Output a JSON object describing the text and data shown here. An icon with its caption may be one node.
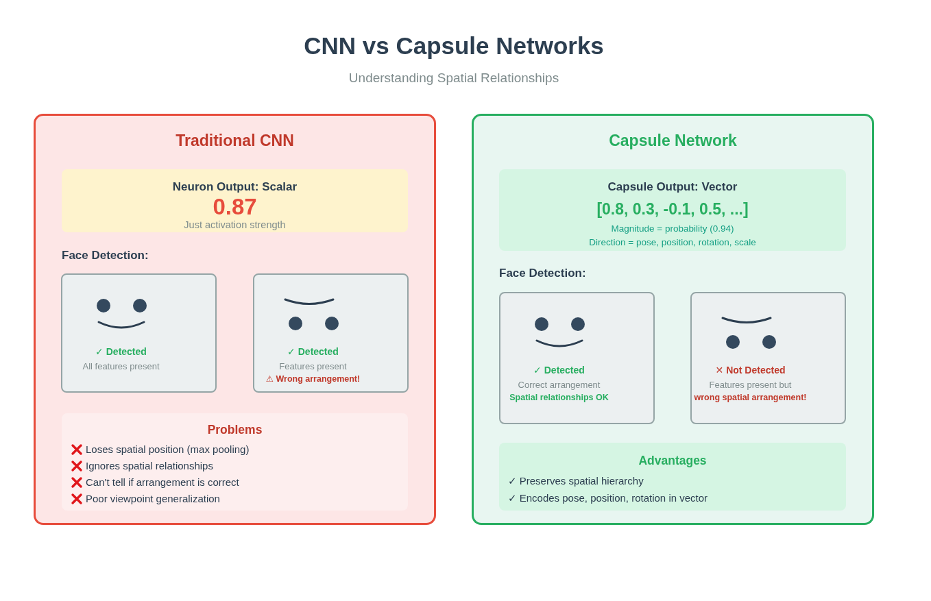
{
  "diagram": {
    "title": "CNN vs Capsule Networks",
    "nodes": [
      {
        "text": [
          "Traditional CNN",
          "Face Detection:"
        ]
      },
      {
        "text": [
          "Neuron Output: Scalar",
          "0.87",
          "Just activation strength"
        ],
        "in": 0
      },
      {
        "text": [
          "✓ Detected",
          "All features present"
        ],
        "in": 0
      },
      {
        "text": [
          "✓ Detected",
          "Features present",
          "⚠ Wrong arrangement!"
        ],
        "in": 0
      },
      {
        "text": [
          "Problems",
          "Loses spatial position (max pooling)",
          "Ignores spatial relationships",
          "Can't tell if arrangement is correct",
          "Poor viewpoint generalization"
        ],
        "in": 0
      },
      {
        "text": [
          "Capsule Network",
          "Face Detection:"
        ]
      },
      {
        "text": [
          "Capsule Output: Vector",
          "[0.8, 0.3, -0.1, 0.5, ...]",
          "Magnitude = probability (0.94)",
          "Direction = pose, position, rotation, scale"
        ],
        "in": 5
      },
      {
        "text": [
          "✓ Detected",
          "Correct arrangement",
          "Spatial relationships OK"
        ],
        "in": 5
      },
      {
        "text": [
          "✕ Not Detected",
          "Features present but",
          "wrong spatial arrangement!"
        ],
        "in": 5
      },
      {
        "text": [
          "Advantages",
          "✓ Preserves spatial hierarchy",
          "✓ Encodes pose, position, rotation in vector"
        ],
        "in": 5
      }
    ],
    "labels": [
      "Understanding Spatial Relationships"
    ]
  }
}
